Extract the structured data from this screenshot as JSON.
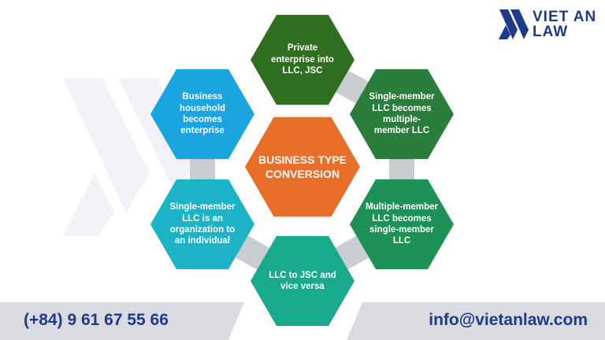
{
  "logo": {
    "line1": "VIET AN",
    "line2": "LAW"
  },
  "diagram": {
    "center": {
      "label": "BUSINESS TYPE CONVERSION",
      "color": "#e76f2a"
    },
    "nodes": [
      {
        "id": "top",
        "label": "Private enterprise into LLC, JSC",
        "color": "#2f6d1f"
      },
      {
        "id": "right-top",
        "label": "Single-member LLC becomes multiple-member LLC",
        "color": "#2a7d3a"
      },
      {
        "id": "right-bottom",
        "label": "Multiple-member LLC becomes single-member LLC",
        "color": "#1e9156"
      },
      {
        "id": "bottom",
        "label": "LLC to JSC and vice versa",
        "color": "#19a98c"
      },
      {
        "id": "left-bottom",
        "label": "Single-member LLC is an organization to an individual",
        "color": "#1db3c7"
      },
      {
        "id": "left-top",
        "label": "Business household becomes enterprise",
        "color": "#1aa5e0"
      }
    ]
  },
  "footer": {
    "phone": "(+84) 9 61 67 55 66",
    "email": "info@vietanlaw.com"
  }
}
